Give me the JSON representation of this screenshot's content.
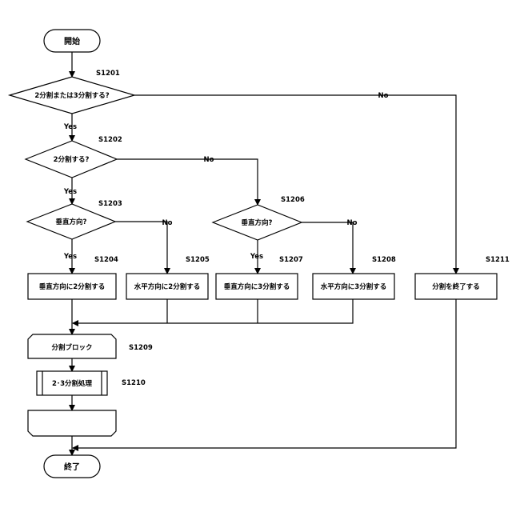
{
  "nodes": {
    "start": {
      "label": "開始"
    },
    "d1": {
      "label": "2分割または3分割する?",
      "step": "S1201"
    },
    "d2": {
      "label": "2分割する?",
      "step": "S1202"
    },
    "d3": {
      "label": "垂直方向?",
      "step": "S1203"
    },
    "d4": {
      "label": "垂直方向?",
      "step": "S1206"
    },
    "p1": {
      "label": "垂直方向に2分割する",
      "step": "S1204"
    },
    "p2": {
      "label": "水平方向に2分割する",
      "step": "S1205"
    },
    "p3": {
      "label": "垂直方向に3分割する",
      "step": "S1207"
    },
    "p4": {
      "label": "水平方向に3分割する",
      "step": "S1208"
    },
    "p5": {
      "label": "分割を終了する",
      "step": "S1211"
    },
    "loopStart": {
      "label": "分割ブロック",
      "step": "S1209"
    },
    "sub": {
      "label": "2･3分割処理",
      "step": "S1210"
    },
    "loopEnd": {
      "label": ""
    },
    "end": {
      "label": "終了"
    }
  },
  "edges": {
    "d1_no": "No",
    "d1_yes": "Yes",
    "d2_no": "No",
    "d2_yes": "Yes",
    "d3_yes": "Yes",
    "d3_no": "No",
    "d4_yes": "Yes",
    "d4_no": "No"
  }
}
